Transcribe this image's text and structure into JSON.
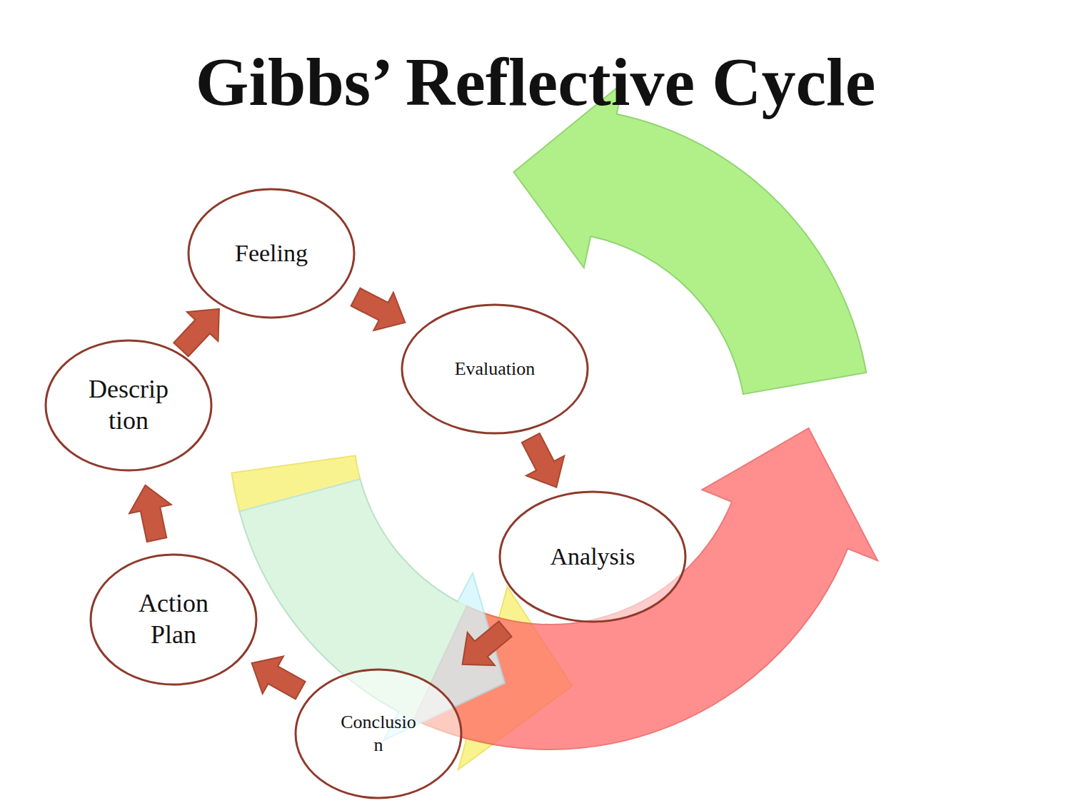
{
  "diagram": {
    "title": "Gibbs’ Reflective Cycle",
    "nodes": [
      {
        "text": [
          "Descrip tion"
        ]
      },
      {
        "text": [
          "Feeling"
        ]
      },
      {
        "text": [
          "Evaluation"
        ]
      },
      {
        "text": [
          "Analysis"
        ]
      },
      {
        "text": [
          "Conclusio n"
        ]
      },
      {
        "text": [
          "Action Plan"
        ]
      }
    ],
    "edges": [
      {
        "from": 0,
        "to": 1,
        "arrow": "to"
      },
      {
        "from": 1,
        "to": 2,
        "arrow": "to"
      },
      {
        "from": 2,
        "to": 3,
        "arrow": "to"
      },
      {
        "from": 3,
        "to": 4,
        "arrow": "to"
      },
      {
        "from": 4,
        "to": 5,
        "arrow": "to"
      },
      {
        "from": 5,
        "to": 0,
        "arrow": "to"
      }
    ]
  }
}
